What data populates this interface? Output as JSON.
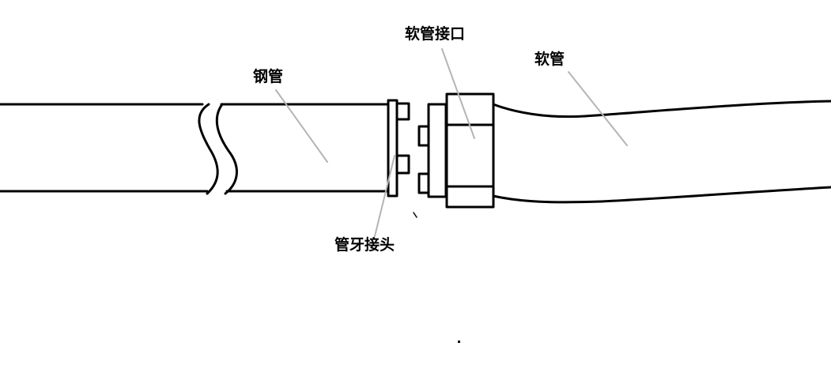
{
  "labels": {
    "steel_pipe": "钢管",
    "hose_interface": "软管接口",
    "hose": "软管",
    "thread_joint": "管牙接头"
  },
  "colors": {
    "line": "#000000",
    "leader": "#b4b4b4",
    "background": "#ffffff"
  }
}
